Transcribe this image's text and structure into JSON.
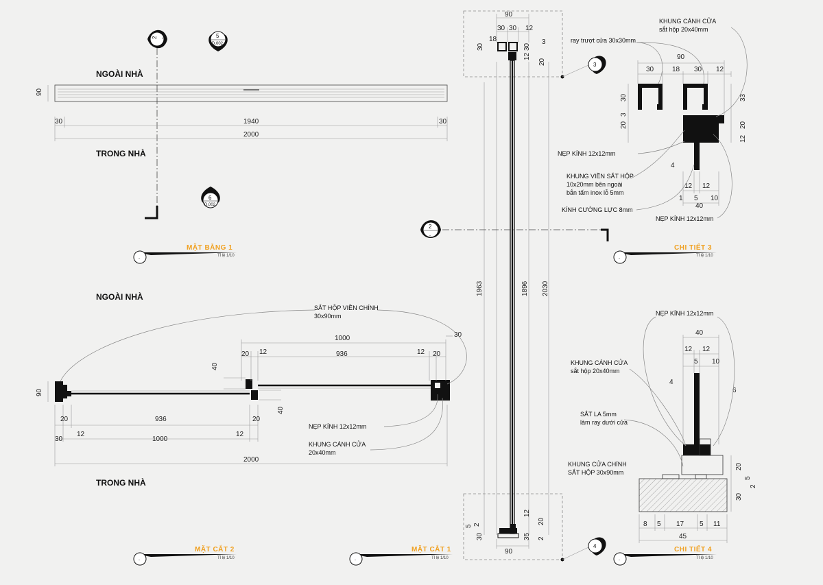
{
  "plan": {
    "outside": "NGOÀI NHÀ",
    "inside": "TRONG NHÀ",
    "title": "MẶT BẰNG 1",
    "scale": "Tỉ lệ 1/10",
    "tag_section": {
      "num": "2",
      "sub": "-"
    },
    "tag_5": {
      "num": "5",
      "sub": "D.002"
    },
    "tag_6": {
      "num": "6",
      "sub": "D.002"
    },
    "dims": {
      "thick": "90",
      "left": "30",
      "mid": "1940",
      "right": "30",
      "total": "2000"
    }
  },
  "section2": {
    "outside": "NGOÀI NHÀ",
    "inside": "TRONG NHÀ",
    "title": "MẶT CẮT 2",
    "scale": "Tỉ lệ 1/10",
    "main_frame_label": [
      "SẮT HỘP VIỀN CHÍNH",
      "30x90mm"
    ],
    "bead_label": "NẸP KÍNH 12x12mm",
    "sash_label": [
      "KHUNG CÁNH CỬA",
      "20x40mm"
    ],
    "dims_top": {
      "sash": "1000",
      "a": "20",
      "b": "12",
      "glass": "936",
      "c": "12",
      "d": "20",
      "edge": "30",
      "gap": "40"
    },
    "dims_bot": {
      "a": "20",
      "glass": "936",
      "b": "20",
      "c": "30",
      "d": "12",
      "sash": "1000",
      "e": "12",
      "total": "2000",
      "gap": "40",
      "thick": "90"
    }
  },
  "section1": {
    "title": "MẶT CẮT 1",
    "scale": "Tỉ lệ 1/10",
    "tag_3": "3",
    "tag_4": "4",
    "tag_2": {
      "num": "2",
      "sub": "-"
    },
    "dims_top": {
      "w": "90",
      "a": "30",
      "b": "30",
      "c": "12",
      "d": "18",
      "e": "30",
      "f": "30",
      "g": "3",
      "h": "12",
      "i": "20"
    },
    "dims_vert": {
      "a": "1963",
      "b": "1896",
      "c": "2030"
    },
    "dims_bot": {
      "a": "12",
      "b": "20",
      "c": "5",
      "d": "2",
      "e": "30",
      "f": "35",
      "g": "2",
      "w": "90"
    }
  },
  "detail3": {
    "title": "CHI TIẾT 3",
    "scale": "Tỉ lệ 1/10",
    "labels": {
      "sash": [
        "KHUNG CÁNH CỬA",
        "sắt hộp 20x40mm"
      ],
      "rail": "ray trượt cửa 30x30mm",
      "bead": "NẸP KÍNH 12x12mm",
      "trim": [
        "KHUNG VIỀN SẮT HỘP",
        "10x20mm bên ngoài",
        "bắn tấm inox lỗ 5mm"
      ],
      "glass": "KÍNH CƯỜNG LỰC 8mm",
      "bead2": "NẸP KÍNH 12x12mm"
    },
    "dims": {
      "w": "90",
      "a": "30",
      "b": "18",
      "c": "30",
      "d": "12",
      "v1": "30",
      "v2": "3",
      "v3": "20",
      "r1": "33",
      "r2": "20",
      "r3": "12",
      "g": "4",
      "b1": "12",
      "b2": "12",
      "c1": "1",
      "c2": "5",
      "c3": "10",
      "tot": "40"
    }
  },
  "detail4": {
    "title": "CHI TIẾT 4",
    "scale": "Tỉ lệ 1/10",
    "labels": {
      "bead": "NẸP KÍNH 12x12mm",
      "sash": [
        "KHUNG CÁNH CỬA",
        "sắt hộp 20x40mm"
      ],
      "flat": [
        "SẮT LA 5mm",
        "làm ray dưới cửa"
      ],
      "frame": [
        "KHUNG CỬA CHÍNH",
        "SẮT HỘP 30x90mm"
      ]
    },
    "dims": {
      "tot": "40",
      "a": "12",
      "b": "12",
      "c": "5",
      "d": "10",
      "g": "4",
      "r": "6",
      "v1": "20",
      "v2": "5",
      "v3": "2",
      "v4": "30",
      "bot": [
        "8",
        "5",
        "17",
        "5",
        "11"
      ],
      "btot": "45"
    }
  }
}
